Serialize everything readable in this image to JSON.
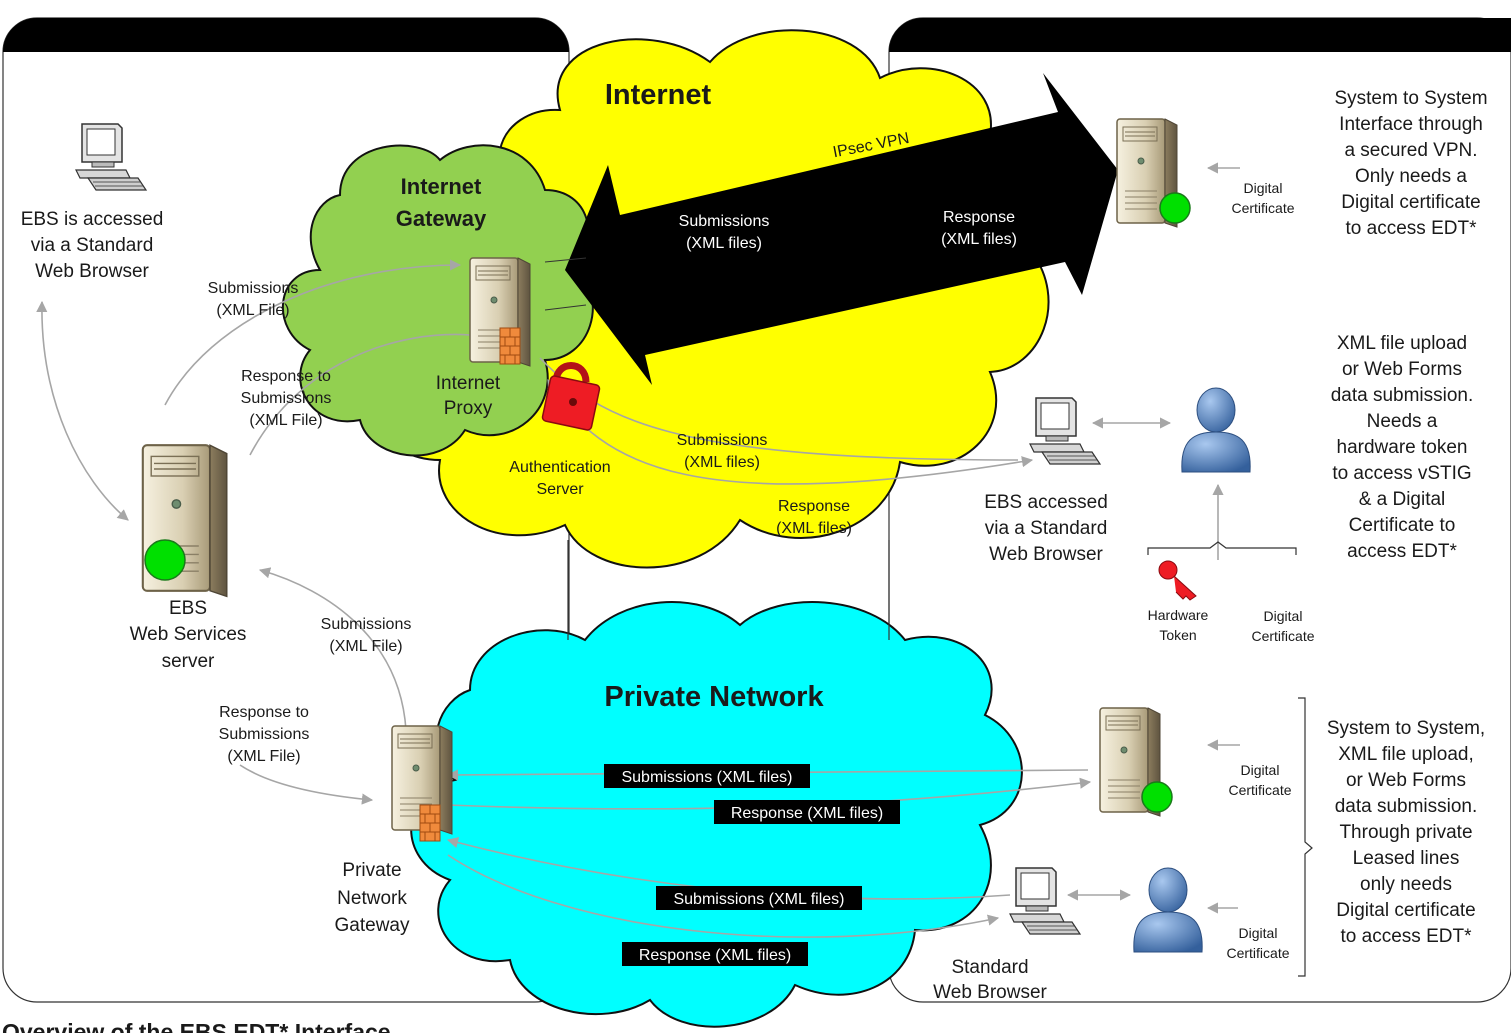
{
  "clouds": {
    "internet": "Internet",
    "gateway": [
      "Internet",
      "Gateway"
    ],
    "private": "Private Network"
  },
  "vpn_label": "IPsec VPN",
  "servers": {
    "proxy": [
      "Internet",
      "Proxy"
    ],
    "auth": [
      "Authentication",
      "Server"
    ],
    "ebs_ws": [
      "EBS",
      "Web Services",
      "server"
    ],
    "private_gateway": [
      "Private",
      "Network",
      "Gateway"
    ]
  },
  "left_notes": {
    "browser": [
      "EBS is accessed",
      "via a Standard",
      "Web Browser"
    ],
    "gw_sub": [
      "Submissions",
      "(XML File)"
    ],
    "gw_resp": [
      "Response to",
      "Submissions",
      "(XML File)"
    ],
    "pn_sub": [
      "Submissions",
      "(XML File)"
    ],
    "pn_resp": [
      "Response to",
      "Submissions",
      "(XML File)"
    ]
  },
  "arrow_labels": {
    "vpn_sub": [
      "Submissions",
      "(XML files)"
    ],
    "vpn_resp": [
      "Response",
      "(XML files)"
    ],
    "web_sub": [
      "Submissions",
      "(XML files)"
    ],
    "web_resp": [
      "Response",
      "(XML files)"
    ],
    "pn_sub1": "Submissions (XML files)",
    "pn_resp1": "Response (XML files)",
    "pn_sub2": "Submissions (XML files)",
    "pn_resp2": "Response (XML files)"
  },
  "right_blocks": {
    "vpn": [
      "System to System",
      "Interface through",
      "a secured VPN.",
      "Only needs a",
      "Digital certificate",
      "to access EDT*"
    ],
    "web": [
      "XML file upload",
      "or Web Forms",
      "data submission.",
      "Needs a",
      "hardware token",
      "to access vSTIG",
      "& a Digital",
      "Certificate to",
      "access EDT*"
    ],
    "private": [
      "System to System,",
      "XML file upload,",
      "or Web Forms",
      "data submission.",
      "Through private",
      "Leased lines",
      "only needs",
      "Digital certificate",
      "to access EDT*"
    ]
  },
  "small_labels": {
    "digital_certificate": [
      "Digital",
      "Certificate"
    ],
    "hardware_token": [
      "Hardware",
      "Token"
    ],
    "ebs_browser": [
      "EBS accessed",
      "via a Standard",
      "Web Browser"
    ],
    "standard_browser": [
      "Standard",
      "Web Browser"
    ]
  },
  "footer_title": "Overview of the EBS EDT* Interface",
  "colors": {
    "internet_cloud": "#ffff00",
    "gateway_cloud": "#92d050",
    "private_cloud": "#00ffff",
    "status_dot": "#00e000",
    "lock": "#ee1c24",
    "user": "#5b8cc8",
    "panel_bar": "#000000"
  }
}
